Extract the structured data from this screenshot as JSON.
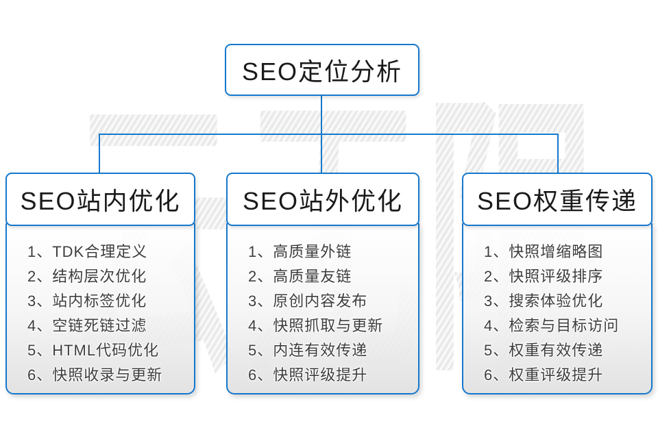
{
  "watermark": {
    "text": "云无限"
  },
  "root": {
    "title": "SEO定位分析"
  },
  "columns": [
    {
      "title": "SEO站内优化",
      "items": [
        "1、TDK合理定义",
        "2、结构层次优化",
        "3、站内标签优化",
        "4、空链死链过滤",
        "5、HTML代码优化",
        "6、快照收录与更新"
      ]
    },
    {
      "title": "SEO站外优化",
      "items": [
        "1、高质量外链",
        "2、高质量友链",
        "3、原创内容发布",
        "4、快照抓取与更新",
        "5、内连有效传递",
        "6、快照评级提升"
      ]
    },
    {
      "title": "SEO权重传递",
      "items": [
        "1、快照增缩略图",
        "2、快照评级排序",
        "3、搜索体验优化",
        "4、检索与目标访问",
        "5、权重有效传递",
        "6、权重评级提升"
      ]
    }
  ],
  "colors": {
    "line_blue": "#1478cd",
    "title_text": "#1a1a1a",
    "list_text": "#3d3d3d",
    "panel_bottom_gray": "#e0e0e0"
  }
}
